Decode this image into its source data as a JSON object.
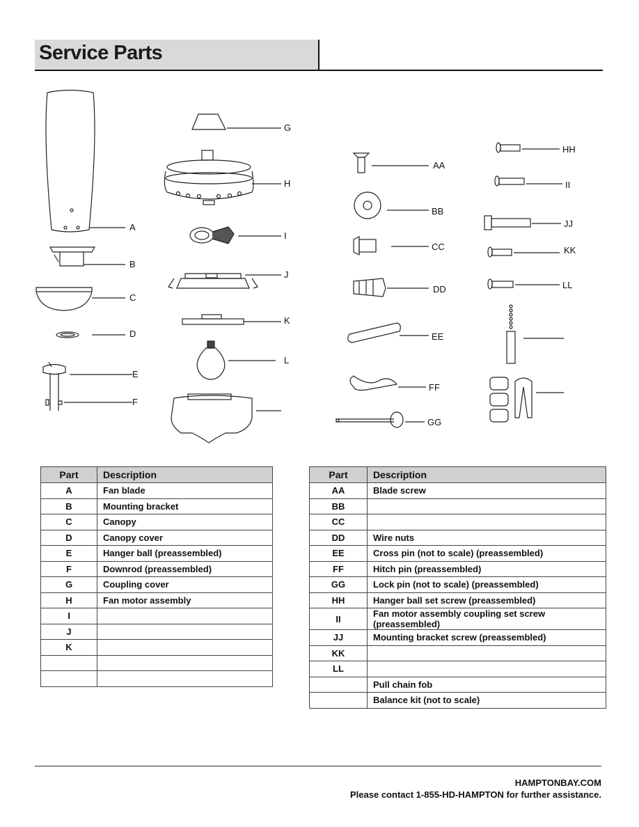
{
  "header": {
    "title": "Service Parts"
  },
  "callouts": [
    "A",
    "B",
    "C",
    "D",
    "E",
    "F",
    "G",
    "H",
    "I",
    "J",
    "K",
    "L",
    "AA",
    "BB",
    "CC",
    "DD",
    "EE",
    "FF",
    "GG",
    "HH",
    "II",
    "JJ",
    "KK",
    "LL"
  ],
  "tables": {
    "left": {
      "columns": [
        "Part",
        "Description"
      ],
      "rows": [
        {
          "part": "A",
          "desc": "Fan blade"
        },
        {
          "part": "B",
          "desc": "Mounting bracket"
        },
        {
          "part": "C",
          "desc": "Canopy"
        },
        {
          "part": "D",
          "desc": "Canopy cover"
        },
        {
          "part": "E",
          "desc": "Hanger ball (preassembled)"
        },
        {
          "part": "F",
          "desc": "Downrod (preassembled)"
        },
        {
          "part": "G",
          "desc": "Coupling cover"
        },
        {
          "part": "H",
          "desc": "Fan motor assembly"
        },
        {
          "part": "I",
          "desc": ""
        },
        {
          "part": "J",
          "desc": ""
        },
        {
          "part": "K",
          "desc": ""
        },
        {
          "part": "",
          "desc": ""
        },
        {
          "part": "",
          "desc": ""
        }
      ]
    },
    "right": {
      "columns": [
        "Part",
        "Description"
      ],
      "rows": [
        {
          "part": "AA",
          "desc": "Blade screw"
        },
        {
          "part": "BB",
          "desc": ""
        },
        {
          "part": "CC",
          "desc": ""
        },
        {
          "part": "DD",
          "desc": "Wire nuts"
        },
        {
          "part": "EE",
          "desc": "Cross pin (not to scale) (preassembled)"
        },
        {
          "part": "FF",
          "desc": "Hitch pin (preassembled)"
        },
        {
          "part": "GG",
          "desc": "Lock pin (not to scale) (preassembled)"
        },
        {
          "part": "HH",
          "desc": "Hanger ball set screw (preassembled)"
        },
        {
          "part": "II",
          "desc": "Fan motor assembly coupling set screw (preassembled)"
        },
        {
          "part": "JJ",
          "desc": "Mounting bracket screw (preassembled)"
        },
        {
          "part": "KK",
          "desc": ""
        },
        {
          "part": "LL",
          "desc": ""
        },
        {
          "part": "",
          "desc": "Pull chain fob"
        },
        {
          "part": "",
          "desc": "Balance kit (not to scale)"
        }
      ]
    }
  },
  "footer": {
    "site": "HAMPTONBAY.COM",
    "contact": "Please contact 1-855-HD-HAMPTON for further assistance."
  }
}
